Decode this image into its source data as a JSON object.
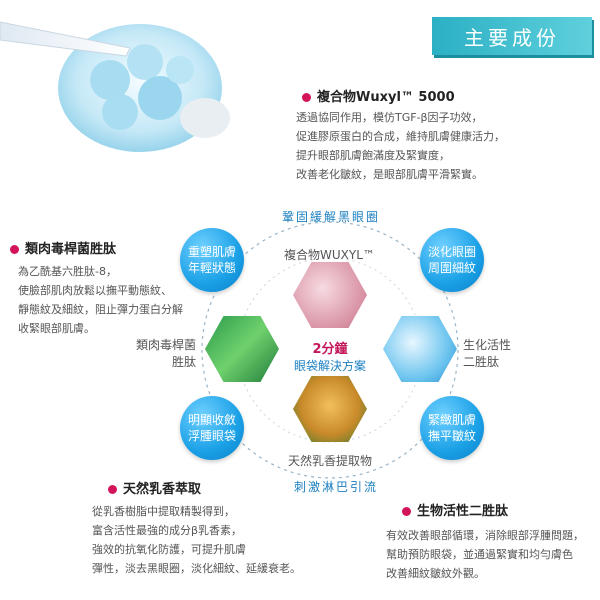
{
  "banner": {
    "title": "主要成份"
  },
  "wuxyl": {
    "title": "複合物Wuxyl™ 5000",
    "lines": [
      "透過協同作用，模仿TGF-β因子功效，",
      "促進膠原蛋白的合成，維持肌膚健康活力，",
      "提升眼部肌膚飽滿度及緊實度，",
      "改善老化皺紋，是眼部肌膚平滑緊實。"
    ]
  },
  "peptide": {
    "title": "類肉毒桿菌胜肽",
    "lines": [
      "為乙酰基六胜肽-8，",
      "使臉部肌肉放鬆以撫平動態紋、",
      "靜態紋及細紋，阻止彈力蛋白分解",
      "收緊眼部肌膚。"
    ]
  },
  "frankincense": {
    "title": "天然乳香萃取",
    "lines": [
      "從乳香樹脂中提取精製得到，",
      "富含活性最強的成分β乳香素，",
      "強效的抗氧化防護，可提升肌膚",
      "彈性，淡去黑眼圈，淡化細紋、延緩衰老。"
    ]
  },
  "dipeptide": {
    "title": "生物活性二胜肽",
    "lines": [
      "有效改善眼部循環，消除眼部浮腫問題，",
      "幫助預防眼袋，並通過緊實和均勻膚色",
      "改善細紋皺紋外觀。"
    ]
  },
  "diagram": {
    "ring_top": "鞏固緩解黑眼圈",
    "ring_bottom": "刺激淋巴引流",
    "center_line1": "2分鐘",
    "center_line2": "眼袋解決方案",
    "hex_labels": {
      "top": "複合物WUXYL™",
      "left": "類肉毒桿菌\n胜肽",
      "right": "生化活性\n二胜肽",
      "bottom": "天然乳香提取物"
    },
    "bubbles": {
      "tl": "重塑肌膚\n年輕狀態",
      "tr": "淡化眼圈\n周圍細紋",
      "bl": "明顯收斂\n浮腫眼袋",
      "br": "緊緻肌膚\n撫平皺紋"
    }
  },
  "colors": {
    "accent": "#2bb0c4",
    "dot": "#d4145a",
    "bubble": "#1aa0e6",
    "ring_text": "#1b7fc1"
  }
}
